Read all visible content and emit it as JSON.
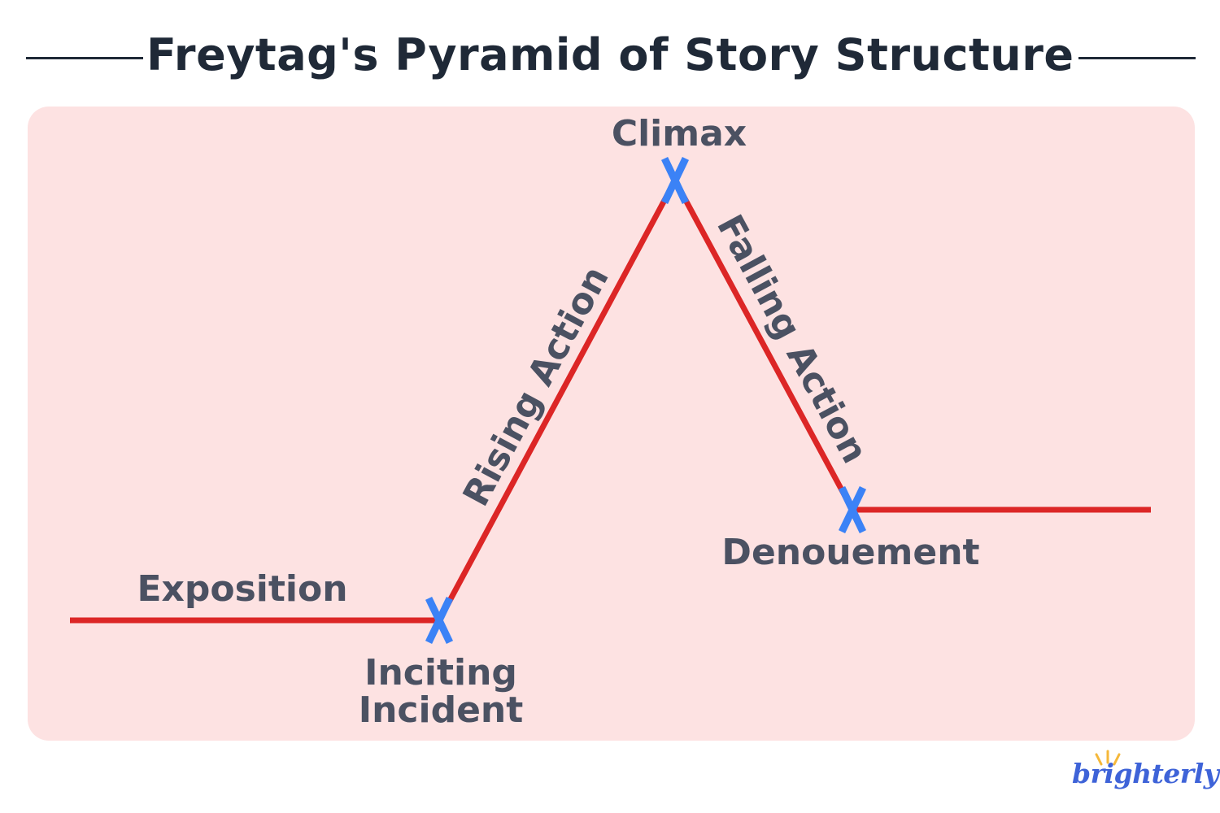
{
  "title": "Freytag's Pyramid of Story Structure",
  "stages": {
    "exposition": "Exposition",
    "inciting_line1": "Inciting",
    "inciting_line2": "Incident",
    "rising": "Rising Action",
    "climax": "Climax",
    "falling": "Falling Action",
    "denouement": "Denouement"
  },
  "colors": {
    "line": "#dc2626",
    "marker": "#3b82f6",
    "panel": "#fde2e2",
    "text": "#4b5162",
    "title": "#1f2937"
  },
  "logo": {
    "text": "brighterly"
  }
}
